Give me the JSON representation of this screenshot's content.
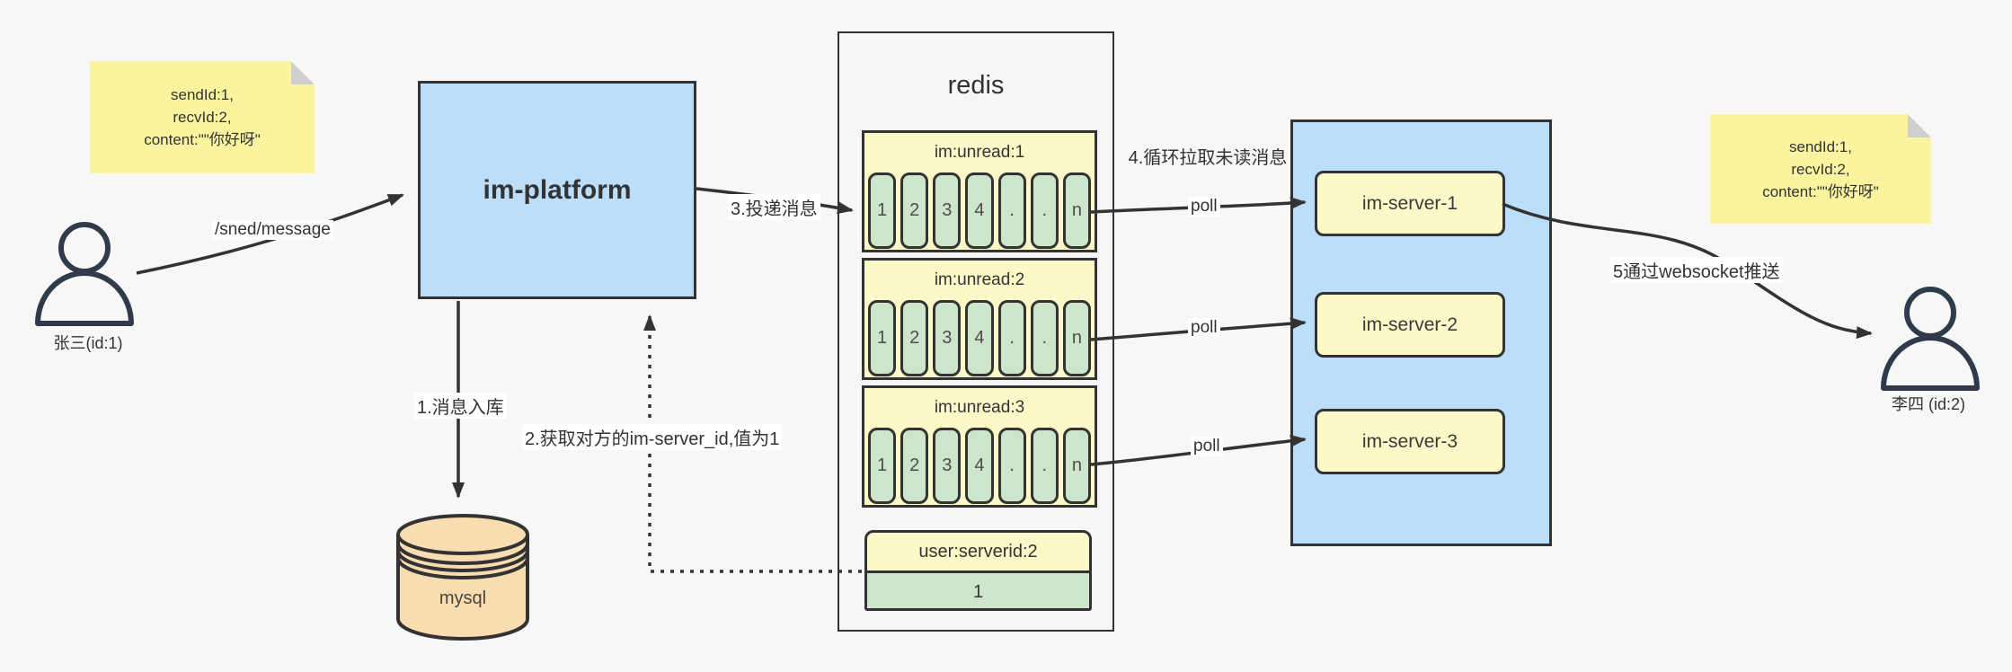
{
  "diagram": {
    "background": "#f7f7f7",
    "colors": {
      "node_blue": "#bbdefa",
      "note_yellow": "#faf49e",
      "panel_yellow": "#fcf8c8",
      "cell_green": "#cde5ca",
      "db_orange": "#f9ddb1",
      "container_gray": "#f6f6f6",
      "border_dark": "#333333",
      "actor_stroke": "#2f3a4a"
    },
    "actors": {
      "sender": {
        "label": "张三(id:1)"
      },
      "receiver": {
        "label": "李四 (id:2)"
      }
    },
    "notes": {
      "left": {
        "lines": [
          "sendId:1,",
          "recvId:2,",
          "content:\"\"你好呀\""
        ]
      },
      "right": {
        "lines": [
          "sendId:1,",
          "recvId:2,",
          "content:\"\"你好呀\""
        ]
      }
    },
    "nodes": {
      "im_platform": {
        "label": "im-platform"
      },
      "mysql": {
        "label": "mysql"
      },
      "redis": {
        "title": "redis"
      },
      "servers": [
        {
          "label": "im-server-1"
        },
        {
          "label": "im-server-2"
        },
        {
          "label": "im-server-3"
        }
      ],
      "server_lookup": {
        "header": "user:serverid:2",
        "value": "1"
      }
    },
    "queues": [
      {
        "header": "im:unread:1",
        "cells": [
          "1",
          "2",
          "3",
          "4",
          ".",
          ".",
          "n"
        ]
      },
      {
        "header": "im:unread:2",
        "cells": [
          "1",
          "2",
          "3",
          "4",
          ".",
          ".",
          "n"
        ]
      },
      {
        "header": "im:unread:3",
        "cells": [
          "1",
          "2",
          "3",
          "4",
          ".",
          ".",
          "n"
        ]
      }
    ],
    "edges": {
      "send": {
        "label": "/sned/message"
      },
      "step1": {
        "label": "1.消息入库"
      },
      "step2": {
        "label": "2.获取对方的im-server_id,值为1"
      },
      "step3": {
        "label": "3.投递消息"
      },
      "step4": {
        "label": "4.循环拉取未读消息"
      },
      "step5": {
        "label": "5通过websocket推送"
      },
      "poll": {
        "label": "poll"
      }
    }
  }
}
